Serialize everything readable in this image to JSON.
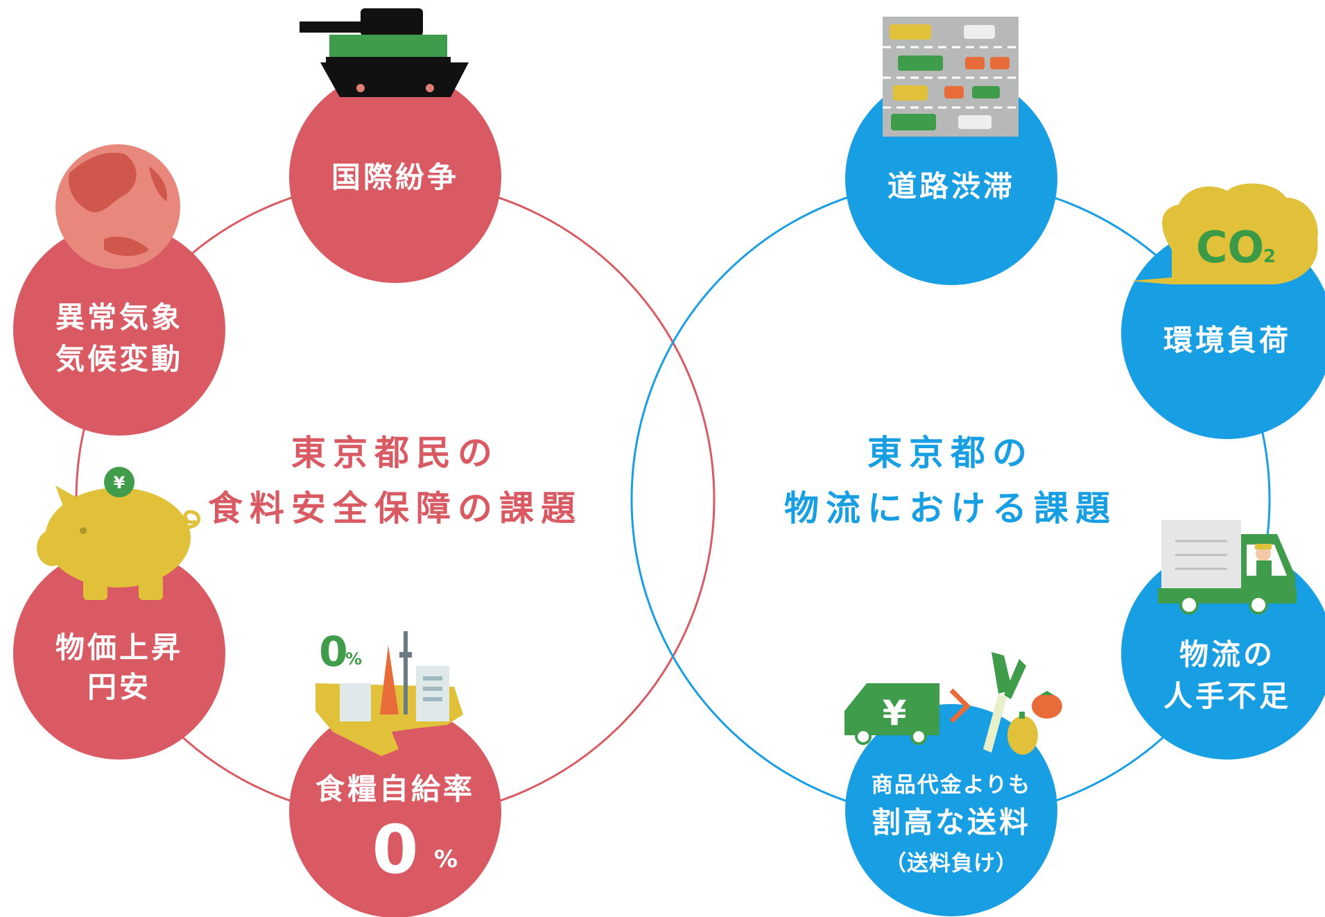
{
  "colors": {
    "red": "#d95a63",
    "blue": "#189ee3",
    "yellow": "#e2c13a",
    "green": "#3f9c4a",
    "globe": "#e07f74"
  },
  "left": {
    "center_line1": "東京都民の",
    "center_line2": "食料安全保障の課題",
    "items": {
      "conflict": {
        "label": "国際紛争",
        "icon": "tank-icon"
      },
      "climate": {
        "line1": "異常気象",
        "line2": "気候変動",
        "icon": "globe-icon"
      },
      "prices": {
        "line1": "物価上昇",
        "line2": "円安",
        "icon": "piggy-bank-icon",
        "coin": "¥"
      },
      "self_sufficiency": {
        "line1": "食糧自給率",
        "value": "0",
        "unit": "%",
        "icon": "tokyo-skyline-icon",
        "badge_value": "0",
        "badge_unit": "%"
      }
    }
  },
  "right": {
    "center_line1": "東京都の",
    "center_line2": "物流における課題",
    "items": {
      "traffic": {
        "label": "道路渋滞",
        "icon": "traffic-jam-icon"
      },
      "environment": {
        "label": "環境負荷",
        "icon": "co2-cloud-icon",
        "co2_main": "CO",
        "co2_sub": "2"
      },
      "labor": {
        "line1": "物流の",
        "line2": "人手不足",
        "icon": "truck-driver-icon"
      },
      "shipping": {
        "line1": "商品代金よりも",
        "line2": "割高な送料",
        "line3": "（送料負け）",
        "icon": "yen-truck-vegetables-icon",
        "truck_symbol": "¥"
      }
    }
  }
}
